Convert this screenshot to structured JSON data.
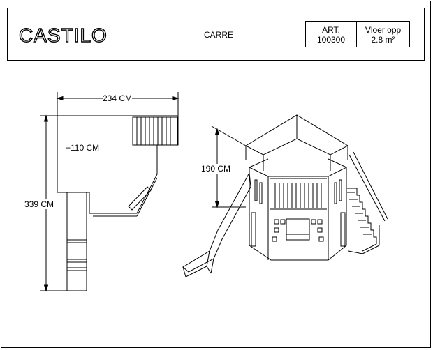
{
  "header": {
    "logo_text": "CASTILO",
    "product_name": "CARRE",
    "article_label": "ART.",
    "article_number": "100300",
    "floor_area_label": "Vloer opp",
    "floor_area_value": "2.8 m²"
  },
  "plan_view": {
    "width_label": "234 CM",
    "length_label": "339 CM",
    "platform_height_label": "+110 CM"
  },
  "iso_view": {
    "height_label": "190 CM"
  }
}
